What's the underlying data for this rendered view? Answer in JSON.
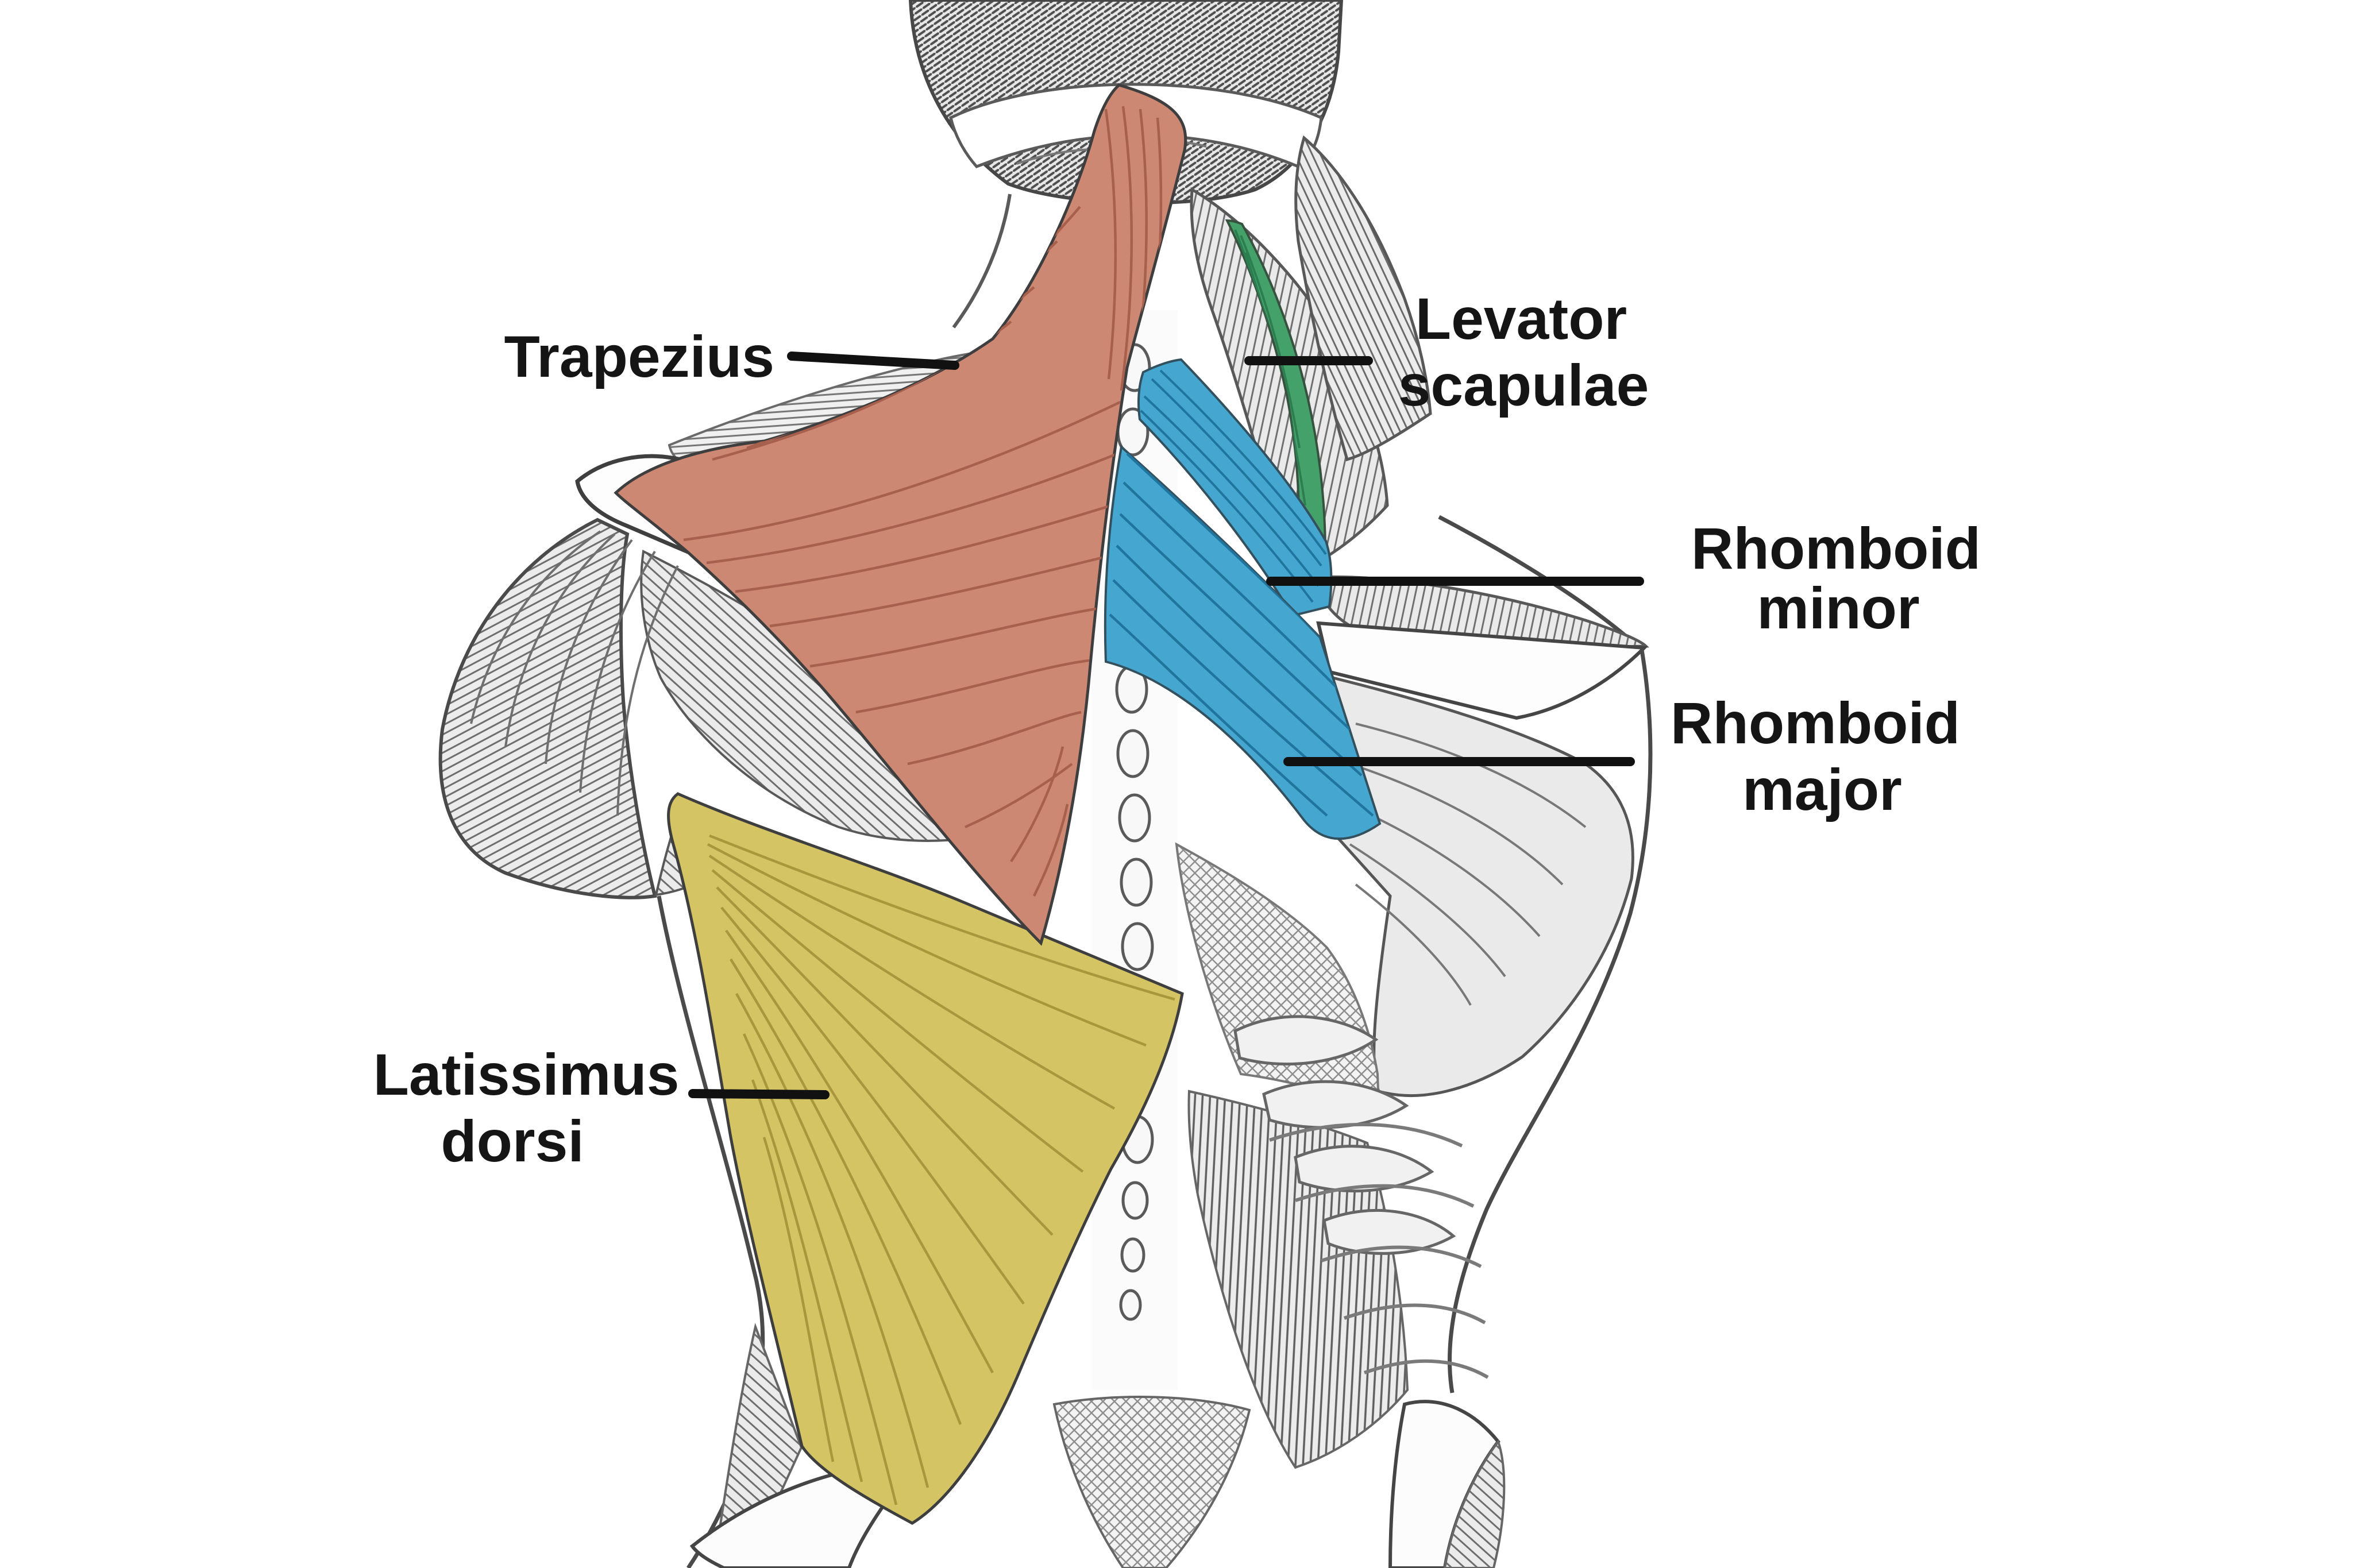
{
  "diagram": {
    "background": "#ffffff",
    "labels": {
      "trapezius": {
        "text": "Trapezius"
      },
      "levator_scapulae": {
        "line1": "Levator",
        "line2": "scapulae"
      },
      "rhomboid_minor": {
        "line1": "Rhomboid",
        "line2": "minor"
      },
      "rhomboid_major": {
        "line1": "Rhomboid",
        "line2": "major"
      },
      "latissimus_dorsi": {
        "line1": "Latissimus",
        "line2": "dorsi"
      }
    },
    "colors": {
      "trapezius": "#cd8874",
      "levator_scapulae": "#44a169",
      "rhomboid_minor": "#45a6cf",
      "rhomboid_major": "#45a6cf",
      "latissimus_dorsi": "#d4c464",
      "label_text": "#151515",
      "leader_line": "#111111"
    }
  }
}
